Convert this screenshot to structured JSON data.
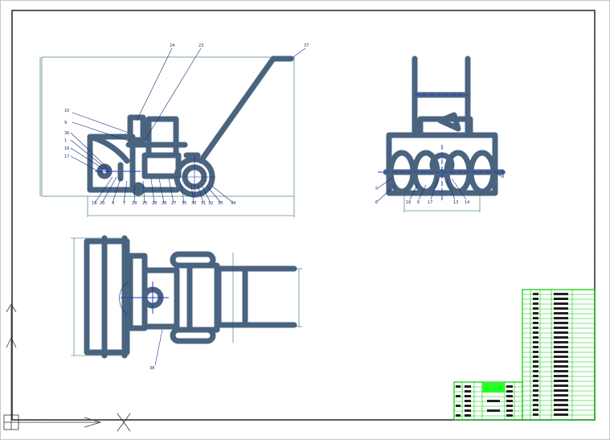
{
  "front_view_labels": {
    "top": [
      "24",
      "23",
      "37"
    ],
    "left": [
      "10",
      "9",
      "36",
      "1",
      "16",
      "17"
    ],
    "bottom": [
      "19",
      "20",
      "4",
      "7",
      "29",
      "25",
      "28",
      "26",
      "27",
      "35",
      "30",
      "31",
      "32",
      "33",
      "34"
    ]
  },
  "side_view_labels": [
    "5",
    "6",
    "18",
    "8",
    "17",
    "13",
    "14",
    "3"
  ],
  "top_view_labels": [
    "38"
  ],
  "colors": {
    "part": "#4a6480",
    "leader": "#1a2a7a",
    "dimension": "#1f6a5a",
    "centerline": "#1b3bd0",
    "title_block": "#00cc00"
  }
}
